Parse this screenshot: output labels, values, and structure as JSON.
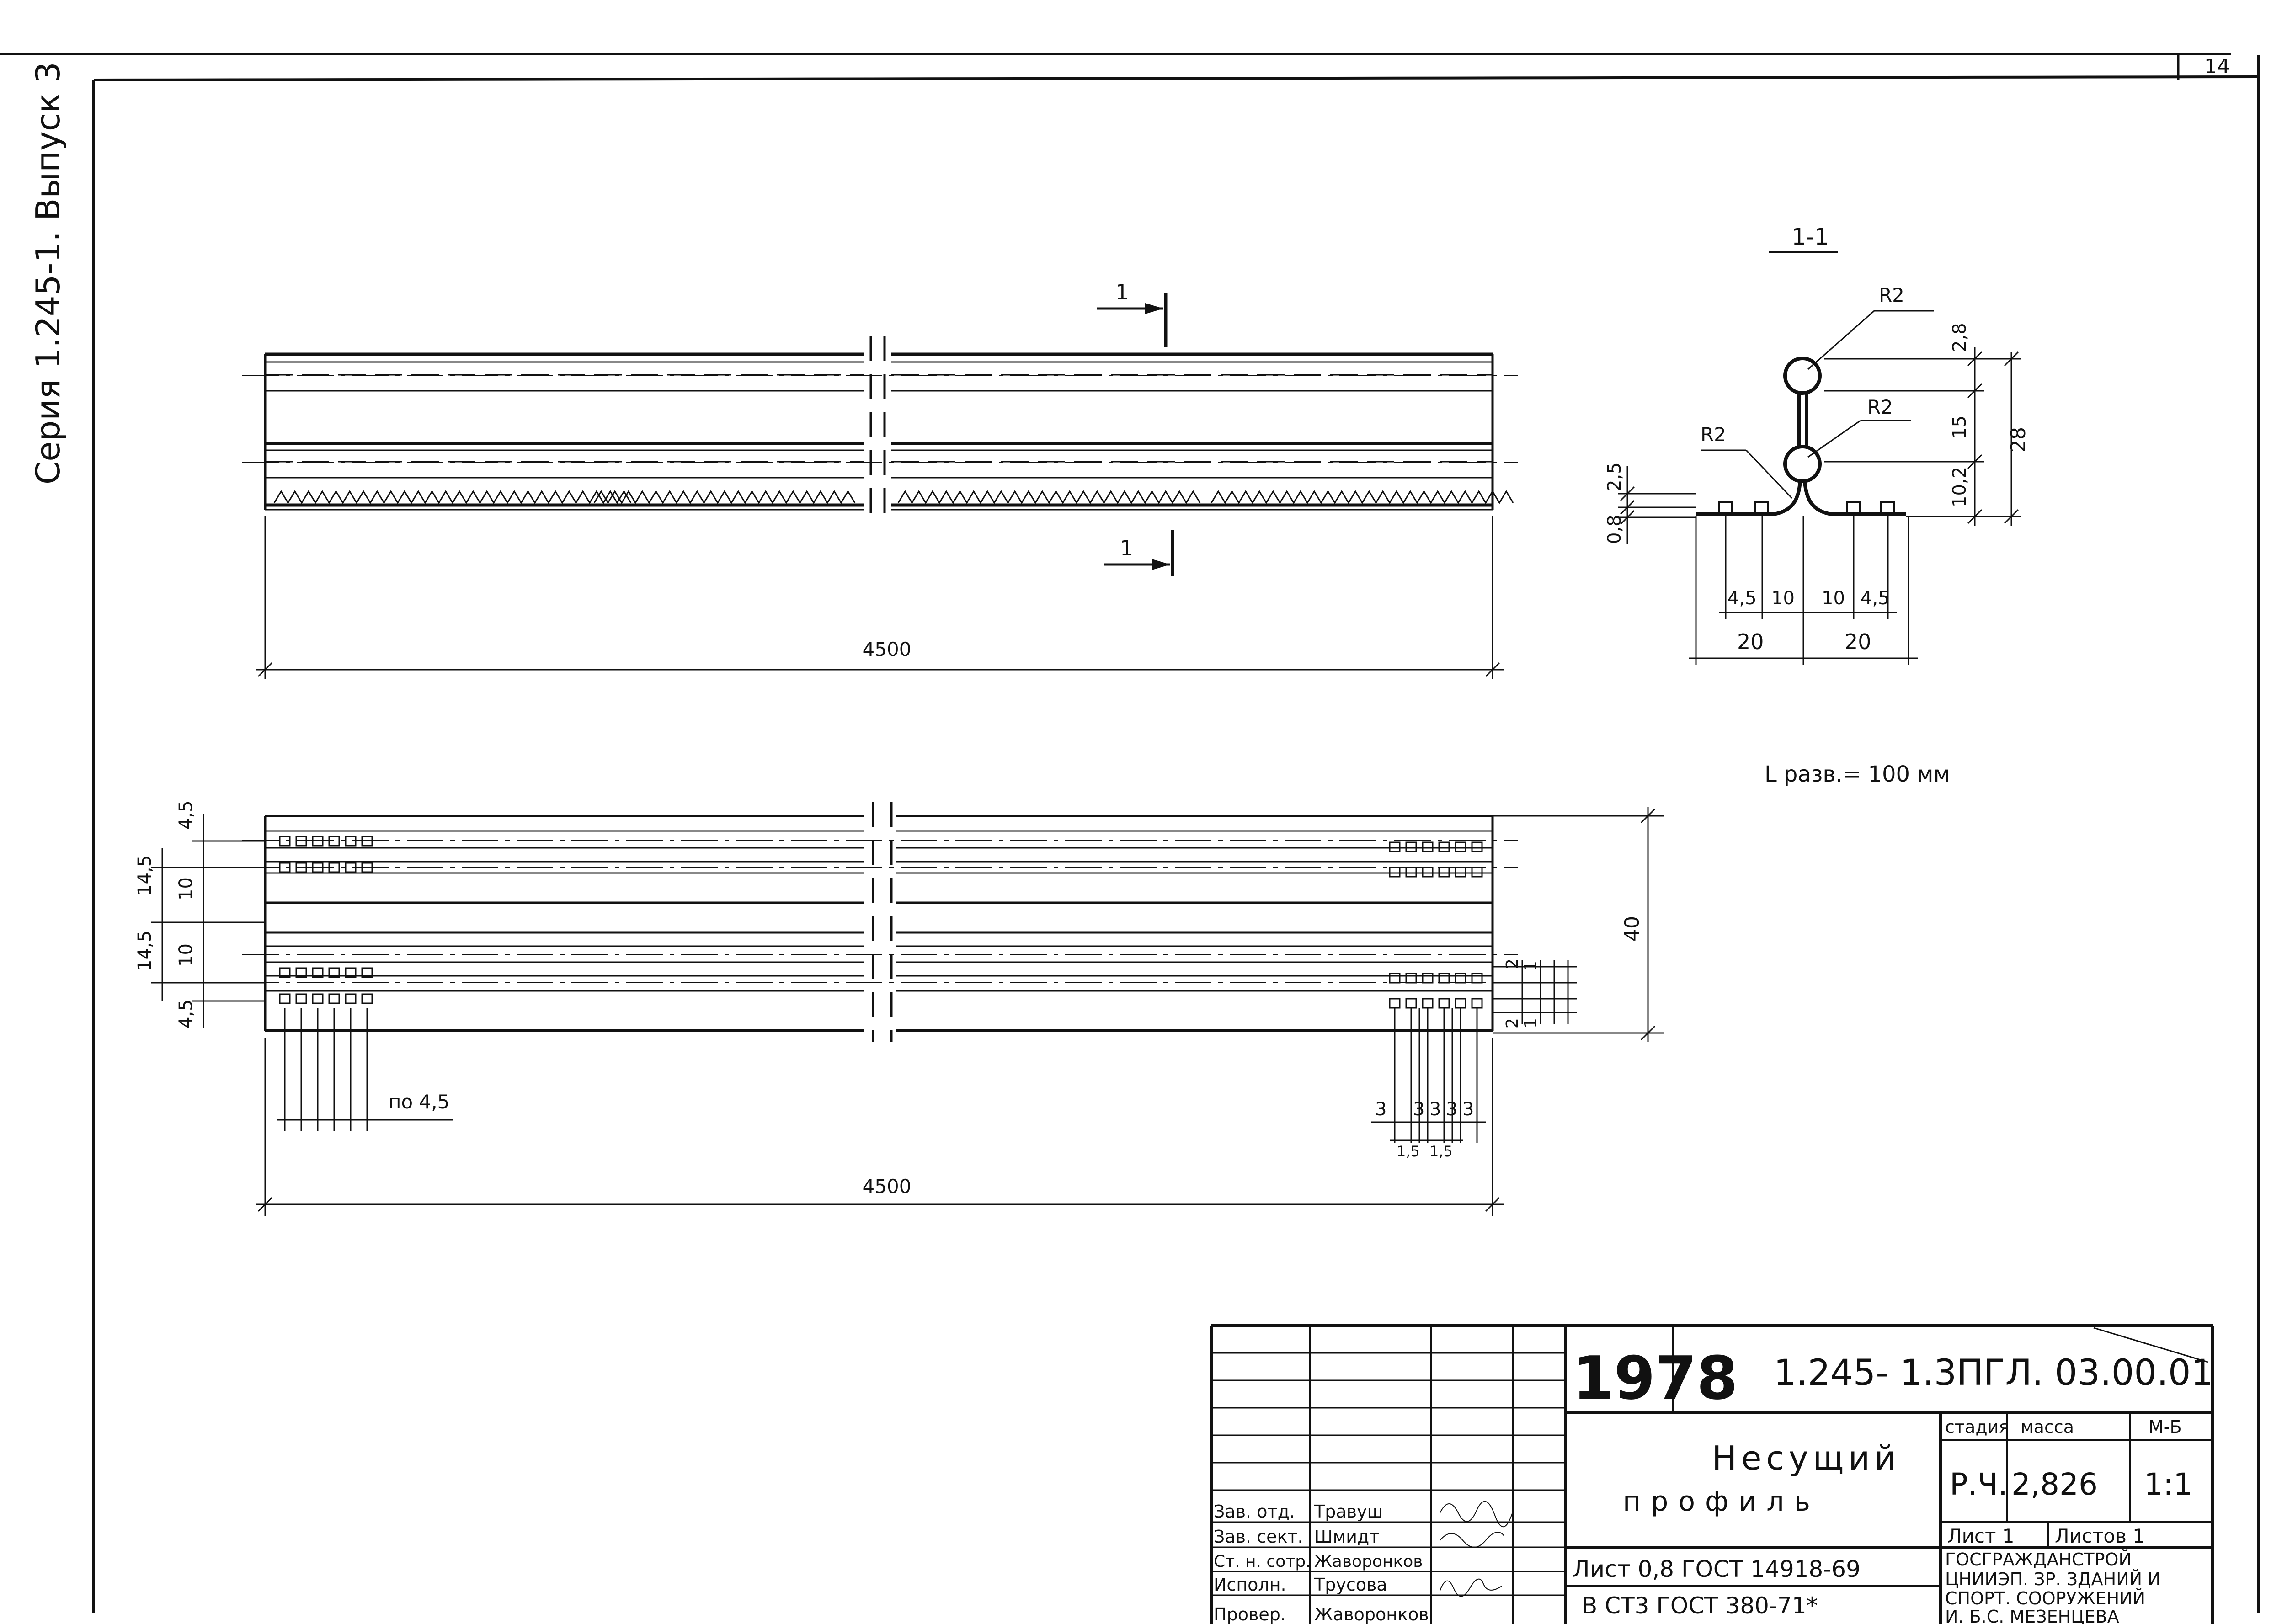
{
  "series_label": "Серия 1.245-1. Выпуск 3",
  "sheet_number": "14",
  "views": {
    "top": {
      "section_mark": "1",
      "length_dim": "4500"
    },
    "bottom": {
      "length_dim": "4500",
      "height_dim": "40",
      "left_dims": [
        "4,5",
        "14,5",
        "10",
        "14,5",
        "10",
        "4,5"
      ],
      "pitch_label": "по 4,5",
      "right_small_dims": [
        "2",
        "1",
        "2",
        "1"
      ],
      "bottom_right_dims_top": [
        "3",
        "3",
        "3",
        "3",
        "3"
      ],
      "bottom_right_dims_bottom": [
        "1,5",
        "1,5"
      ]
    }
  },
  "section": {
    "title": "1-1",
    "radius_labels": [
      "R2",
      "R2",
      "R2"
    ],
    "dims_right": [
      "2,8",
      "15",
      "10,2",
      "28"
    ],
    "dims_left": [
      "2,5",
      "0,8"
    ],
    "dims_bottom_small": [
      "4,5",
      "10",
      "10",
      "4,5"
    ],
    "dims_bottom": [
      "20",
      "20"
    ]
  },
  "developed_length": "L разв.= 100 мм",
  "title_block": {
    "year": "1978",
    "code": "1.245- 1.3ПГЛ. 03.00.01",
    "name_line1": "Несущий",
    "name_line2": "профиль",
    "stage_header": "стадия",
    "mass_header": "масса",
    "scale_header": "М-Б",
    "stage": "Р.Ч.",
    "mass": "2,826",
    "scale": "1:1",
    "sheet_label": "Лист 1",
    "sheets_label": "Листов 1",
    "org_line1": "ГОСГРАЖДАНСТРОЙ",
    "org_line2": "ЦНИИЭП. ЗР. ЗДАНИЙ И",
    "org_line3": "СПОРТ. СООРУЖЕНИЙ",
    "org_line4": "И. Б.С. МЕЗЕНЦЕВА",
    "material_line1": "Лист 0,8   ГОСТ 14918-69",
    "material_line2": "В СТ3     ГОСТ 380-71*",
    "roles": [
      {
        "role": "Зав. отд.",
        "name": "Травуш"
      },
      {
        "role": "Зав. сект.",
        "name": "Шмидт"
      },
      {
        "role": "Ст. н. сотр.",
        "name": "Жаворонков"
      },
      {
        "role": "Исполн.",
        "name": "Трусова"
      },
      {
        "role": "Провер.",
        "name": "Жаворонков"
      }
    ]
  }
}
